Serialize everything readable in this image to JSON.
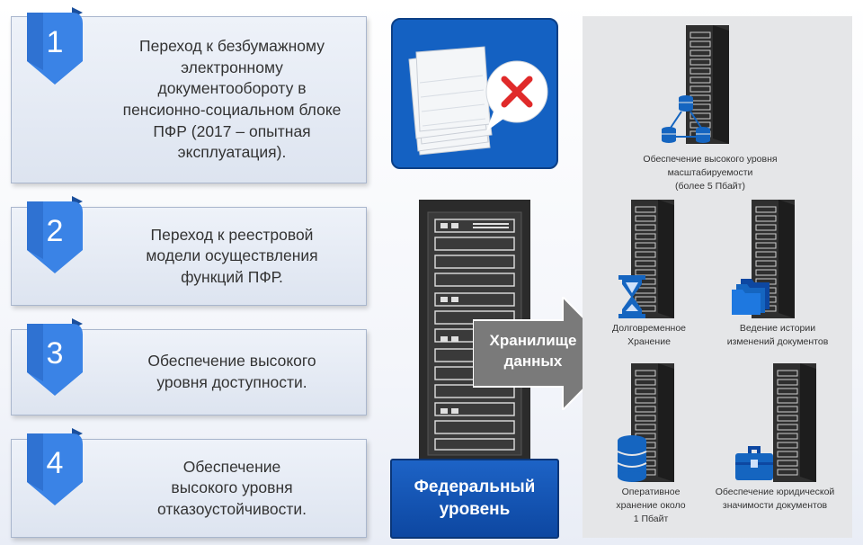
{
  "steps": [
    {
      "number": "1",
      "text": "Переход к безбумажному\nэлектронному\nдокументообороту в\nпенсионно-социальном блоке\nПФР (2017 – опытная\nэксплуатация)."
    },
    {
      "number": "2",
      "text": "Переход к реестровой\nмодели осуществления\nфункций ПФР."
    },
    {
      "number": "3",
      "text": "Обеспечение высокого\nуровня доступности."
    },
    {
      "number": "4",
      "text": "Обеспечение\nвысокого уровня\nотказоустойчивости."
    }
  ],
  "federal": {
    "label": "Федеральный\nуровень"
  },
  "storage_arrow": {
    "label": "Хранилище\nданных"
  },
  "features": {
    "scalability": "Обеспечение высокого уровня\nмасштабируемости\n(более 5 Пбайт)",
    "long_term": "Долговременное\nХранение",
    "history": "Ведение истории\nизменений документов",
    "operational": "Оперативное\nхранение около\n1 Пбайт",
    "legal": "Обеспечение юридической\nзначимости документов"
  },
  "colors": {
    "ribbon": "#3a83e6",
    "ribbon_dark": "#1b4f9c",
    "federal_blue": "#0d47a1",
    "icon_blue": "#1565c0",
    "arrow_gray": "#7a7a7a",
    "no_mark_red": "#e02a2a"
  }
}
